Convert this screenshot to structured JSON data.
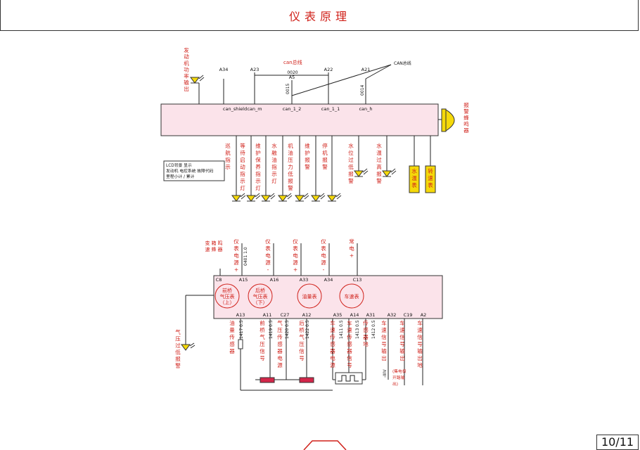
{
  "title": "仪表原理",
  "page_number": "10/11",
  "colors": {
    "accent_red": "#d0211a",
    "panel_fill": "#fbe3ea",
    "gauge_yellow": "#f5d90a",
    "resistor_red": "#d4264a"
  },
  "top_panel": {
    "bus_label": "can总线",
    "can_bus_label": "CAN总线",
    "pins_top": [
      "A34",
      "A23",
      "A5",
      "A22",
      "A21"
    ],
    "wire_codes": [
      "0020",
      "0015",
      "0014"
    ],
    "internal": [
      "can_shield",
      "can_m",
      "can_1_2",
      "can_1_1",
      "can_h"
    ],
    "left_input_label": "发动机功率输出",
    "buzzer_label": "报警蜂鸣器",
    "lcd_lines": [
      "LCD背景 显示",
      "发动机 电控系统 故障代码",
      "里程小计 / 累计"
    ],
    "indicators": [
      "巡航指示",
      "等待启动指示灯",
      "维护保养指示灯",
      "水融油指示灯",
      "机油压力低报警",
      "维护报警",
      "停机报警",
      "水位过低报警",
      "水温过高报警"
    ],
    "gauges": [
      "水温表",
      "转速表"
    ]
  },
  "bottom_panel": {
    "top_inputs": [
      "变速箱蜂鸣器",
      "仪表电源+",
      "仪表电源-",
      "仪表电源+",
      "仪表电源-",
      "常电+"
    ],
    "wire_01": "0401 1.0",
    "pins_top": [
      "C8",
      "A15",
      "A16",
      "A33",
      "A34",
      "C13"
    ],
    "gauges": [
      {
        "lines": [
          "前桥",
          "气压表",
          "（上）"
        ]
      },
      {
        "lines": [
          "后桥",
          "气压表",
          "（下）"
        ]
      },
      {
        "lines": [
          "油量表"
        ]
      },
      {
        "lines": [
          "车速表"
        ]
      }
    ],
    "pins_bottom": [
      "A13",
      "A11",
      "C27",
      "A12",
      "A35",
      "A14",
      "A31",
      "A32",
      "C19",
      "A2"
    ],
    "wire_codes": [
      "1417 0.5",
      "1419 0.5",
      "1420 0.5",
      "1422 0.5",
      "1411 0.5",
      "1413 0.5",
      "1412 0.5"
    ],
    "outputs": [
      "油量传感器",
      "前桥气压信号",
      "气压传感器电源",
      "后桥气压信号",
      "车速传感器电源",
      "车速传感器信号",
      "传感器地",
      "车速信号输出-IIIV",
      "车速信号输出",
      "车速信号输出地"
    ],
    "collector_note": [
      "(集电极",
      "开路输",
      "出)"
    ],
    "left_label": "气压过低报警"
  }
}
